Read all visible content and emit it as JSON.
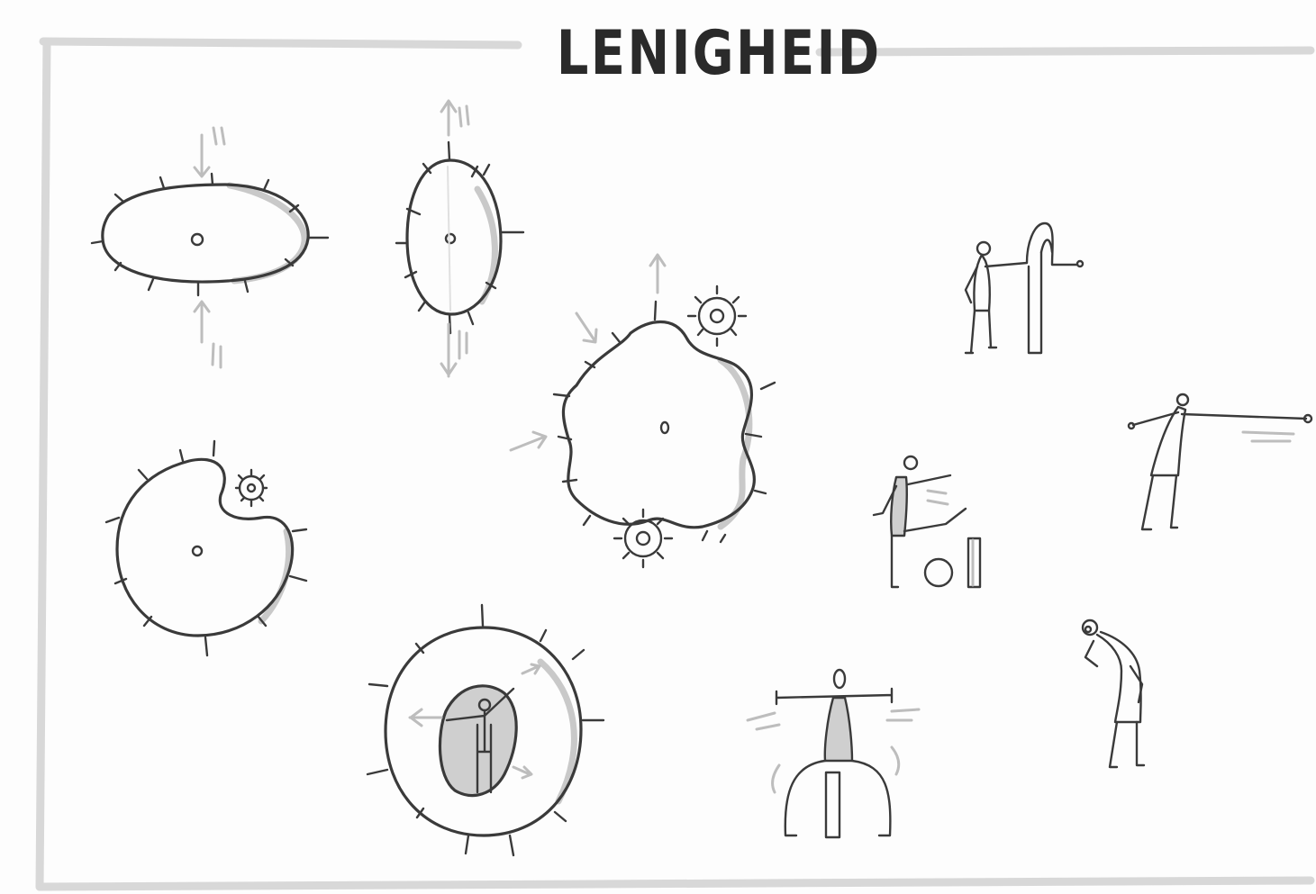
{
  "title": "LENIGHEID",
  "colors": {
    "ink": "#3a3a3a",
    "shade": "#c9c9c9",
    "frame": "#d8d8d8",
    "background": "#fdfdfd"
  },
  "illustrations": [
    "cell-compressed-vertically",
    "cell-stretched-vertically",
    "cell-engulfing-small-cell",
    "cell-with-person-stretching-inside",
    "cell-deformed-by-pressure",
    "person-reaching-bent-pole",
    "person-kicking-over-obstacles",
    "person-arms-stretched-over-bent-legs",
    "person-pointing-far-right",
    "person-bending-forward"
  ]
}
